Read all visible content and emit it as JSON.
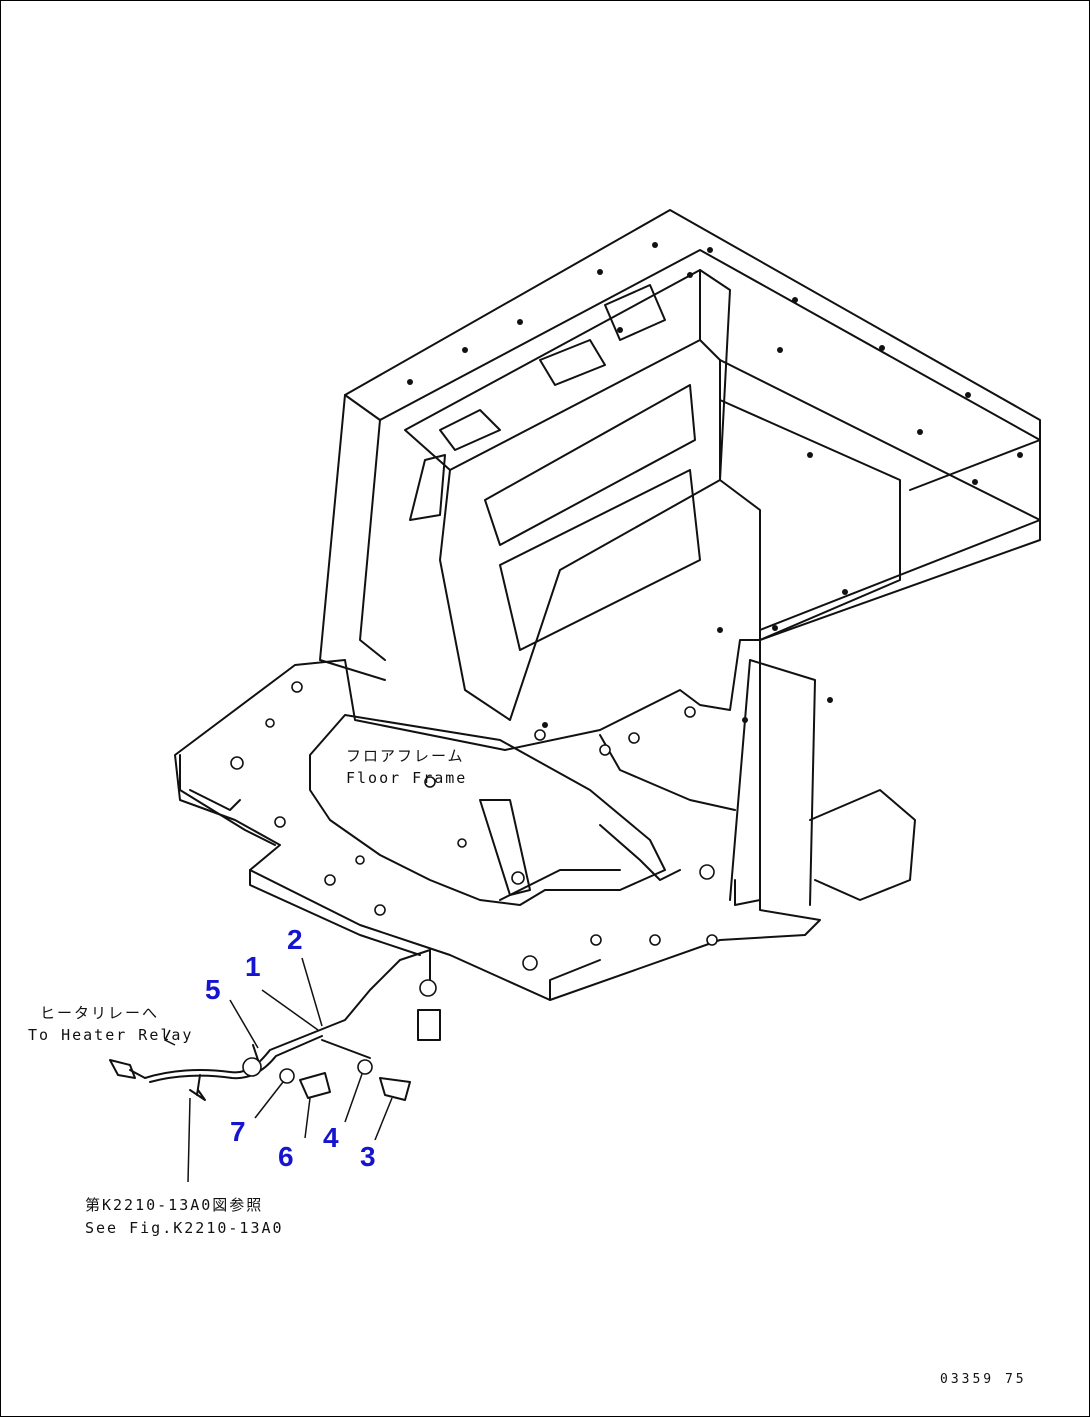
{
  "labels": {
    "floor_frame_jp": "フロアフレーム",
    "floor_frame_en": "Floor Frame",
    "heater_relay_jp": "ヒータリレーへ",
    "heater_relay_en": "To Heater Relay",
    "see_fig_jp": "第K2210-13A0図参照",
    "see_fig_en": "See Fig.K2210-13A0"
  },
  "callouts": [
    "1",
    "2",
    "3",
    "4",
    "5",
    "6",
    "7"
  ],
  "drawing_code": "03359 75",
  "colors": {
    "callout": "#1515d0",
    "line": "#111111"
  }
}
